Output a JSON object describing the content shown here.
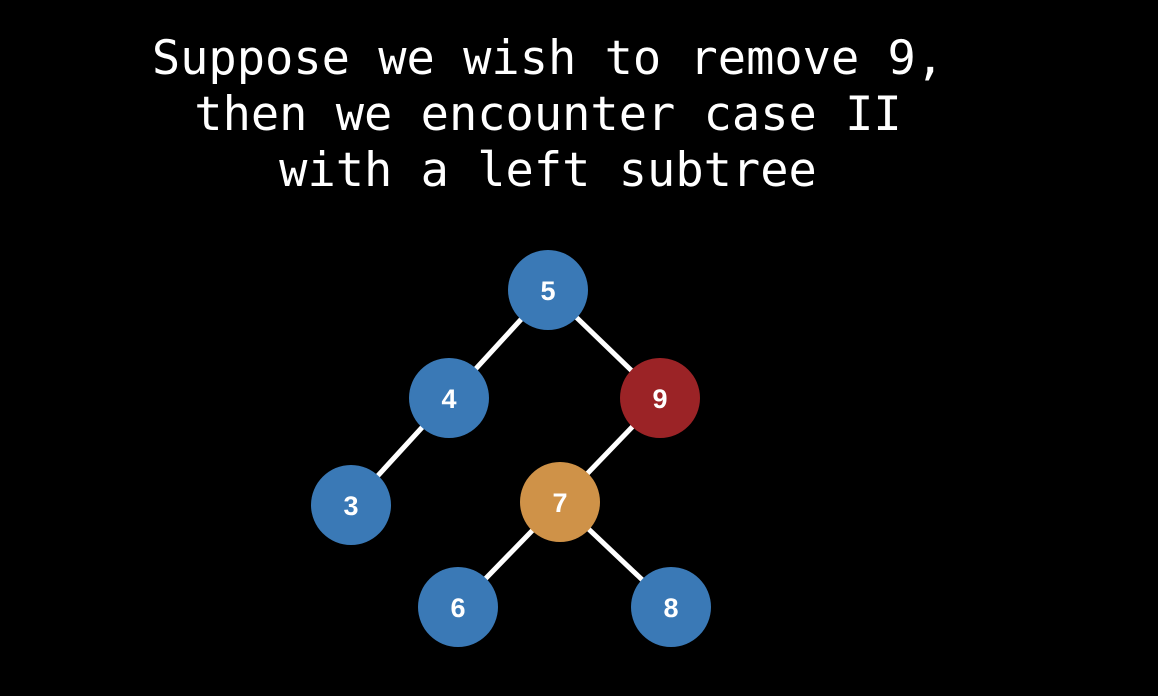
{
  "caption": {
    "lines": [
      "Suppose we wish to remove 9,",
      "then we encounter case II",
      "with a left subtree"
    ]
  },
  "colors": {
    "normal": "#3a79b6",
    "removing": "#9b2326",
    "successor": "#cf9248",
    "edge": "#ffffff"
  },
  "tree": {
    "nodes": [
      {
        "id": "n5",
        "label": "5",
        "state": "normal"
      },
      {
        "id": "n4",
        "label": "4",
        "state": "normal"
      },
      {
        "id": "n9",
        "label": "9",
        "state": "removing"
      },
      {
        "id": "n3",
        "label": "3",
        "state": "normal"
      },
      {
        "id": "n7",
        "label": "7",
        "state": "successor"
      },
      {
        "id": "n6",
        "label": "6",
        "state": "normal"
      },
      {
        "id": "n8",
        "label": "8",
        "state": "normal"
      }
    ],
    "edges": [
      [
        "n5",
        "n4"
      ],
      [
        "n5",
        "n9"
      ],
      [
        "n4",
        "n3"
      ],
      [
        "n9",
        "n7"
      ],
      [
        "n7",
        "n6"
      ],
      [
        "n7",
        "n8"
      ]
    ]
  }
}
